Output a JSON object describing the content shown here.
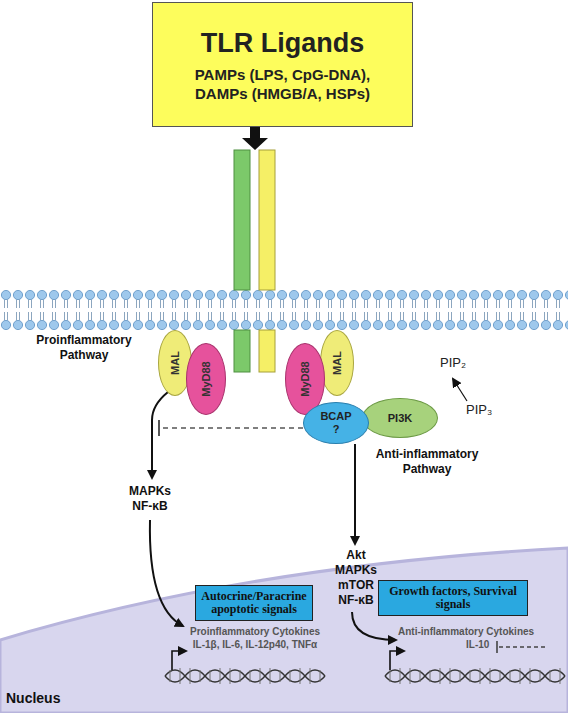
{
  "diagram": {
    "nodes": [
      {
        "text": [
          "TLR Ligands",
          "PAMPs (LPS, CpG-DNA), DAMPs (HMGB/A, HSPs)"
        ]
      },
      {
        "text": [
          "MAL"
        ]
      },
      {
        "text": [
          "MyD88"
        ]
      },
      {
        "text": [
          "MyD88"
        ]
      },
      {
        "text": [
          "MAL"
        ]
      },
      {
        "text": [
          "BCAP ?"
        ]
      },
      {
        "text": [
          "PI3K"
        ]
      },
      {
        "text": [
          "Autocrine/Paracrine apoptotic signals"
        ]
      },
      {
        "text": [
          "Growth factors, Survival signals"
        ]
      }
    ],
    "labels": [
      "Proinflammatory Pathway",
      "PIP₂",
      "PIP₃",
      "Anti-inflammatory Pathway",
      "MAPKs NF-κB",
      "Akt MAPKs mTOR NF-κB",
      "Proinflammatory Cytokines",
      "IL-1β, IL-6, IL-12p40, TNFα",
      "Anti-inflammatory Cytokines",
      "IL-10",
      "Nucleus"
    ]
  }
}
